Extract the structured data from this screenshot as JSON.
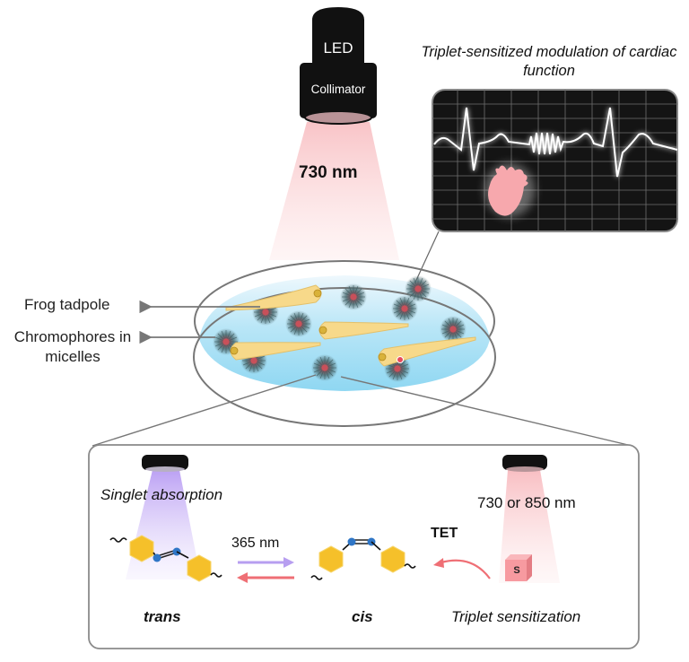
{
  "figure": {
    "light_source": {
      "top_label": "LED",
      "bottom_label": "Collimator",
      "wavelength": "730 nm",
      "beam_color": "#f9c9cc"
    },
    "cardiac_panel": {
      "title": "Triplet-sensitized modulation of cardiac function",
      "monitor_bg": "#141414",
      "trace_color": "#ffffff",
      "heart_color": "#f7a8ad",
      "icons": [
        "ecg-trace-icon",
        "heart-icon"
      ]
    },
    "dish": {
      "labels": {
        "tadpole": "Frog tadpole",
        "chromophores": "Chromophores in micelles"
      },
      "water_color": "#a9e0f5",
      "tadpole_color": "#f7d98a",
      "micelle_core_color": "#c8505a",
      "tadpole_count": 4,
      "micelle_count": 10
    },
    "mechanism_panel": {
      "singlet": {
        "label": "Singlet absorption",
        "beam_color": "#c9b6f2"
      },
      "photoswitch": {
        "forward_wavelength": "365 nm",
        "forward_arrow_color": "#b79ef0",
        "reverse_arrow_color": "#ef6f75",
        "trans_label": "trans",
        "cis_label": "cis",
        "ring_color": "#f5c02a",
        "azo_atom_color": "#2f76c6"
      },
      "triplet": {
        "wavelength": "730 or 850 nm",
        "transfer_label": "TET",
        "sensitizer_label": "S",
        "label": "Triplet sensitization",
        "sensitizer_color": "#f59aa0"
      }
    }
  }
}
